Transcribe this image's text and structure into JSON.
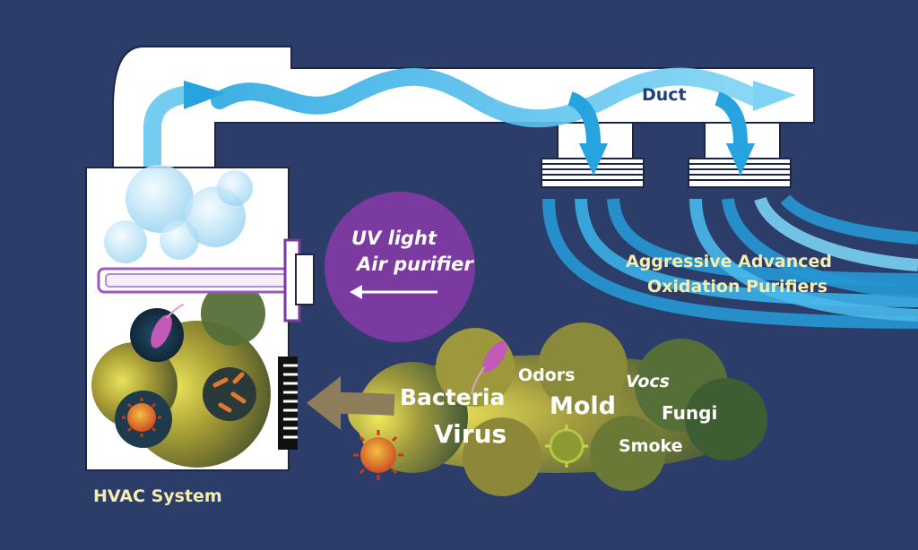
{
  "labels": {
    "duct": "Duct",
    "uv_line1": "UV light",
    "uv_line2": "Air purifier",
    "aop_line1": "Aggressive Advanced",
    "aop_line2": "Oxidation Purifiers",
    "hvac": "HVAC System",
    "bacteria": "Bacteria",
    "virus": "Virus",
    "odors": "Odors",
    "mold": "Mold",
    "vocs": "Vocs",
    "fungi": "Fungi",
    "smoke": "Smoke"
  },
  "icons": {
    "airflow": "airflow-arrow-icon",
    "uv_lamp": "uv-lamp-icon",
    "germ": "germ-icon"
  },
  "colors": {
    "background": "#2c3d6a",
    "airflow": "#3fb6ec",
    "uv_purple": "#7b3aa0",
    "label_yellow": "#f3eeb0",
    "cloud_olive": "#7f7a2c"
  }
}
